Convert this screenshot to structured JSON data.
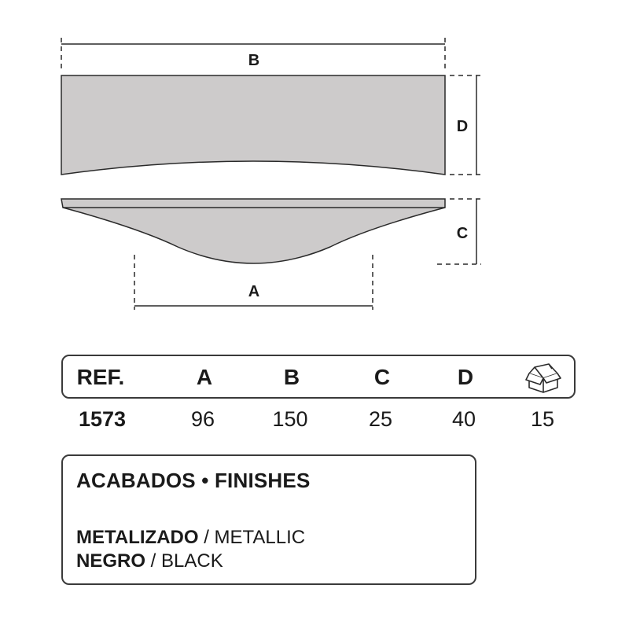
{
  "dimension_labels": {
    "a": "A",
    "b": "B",
    "c": "C",
    "d": "D"
  },
  "colors": {
    "part_fill": "#cdcbcb",
    "line": "#2a2a2a",
    "frame": "#3a3a3a"
  },
  "table": {
    "headers": {
      "ref": "REF.",
      "a": "A",
      "b": "B",
      "c": "C",
      "d": "D",
      "box": "box-icon"
    },
    "row": {
      "ref": "1573",
      "a": "96",
      "b": "150",
      "c": "25",
      "d": "40",
      "box": "15"
    }
  },
  "finishes": {
    "title": "ACABADOS • FINISHES",
    "items": [
      {
        "es": "METALIZADO",
        "sep": " / ",
        "en": "METALLIC"
      },
      {
        "es": "NEGRO",
        "sep": " / ",
        "en": "BLACK"
      }
    ]
  }
}
